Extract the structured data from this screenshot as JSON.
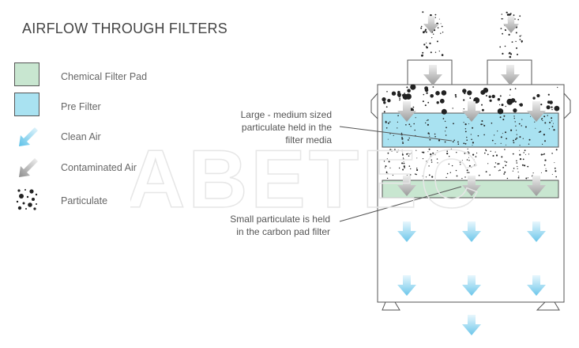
{
  "title": "AIRFLOW THROUGH FILTERS",
  "legend": [
    {
      "label": "Chemical Filter Pad",
      "color": "#c8e6d0",
      "icon": "green-swatch"
    },
    {
      "label": "Pre Filter",
      "color": "#a9e2f1",
      "icon": "blue-swatch"
    },
    {
      "label": "Clean Air",
      "color": "#7fcbe9",
      "icon": "clean-air-arrow-icon"
    },
    {
      "label": "Contaminated Air",
      "color": "#b0b0b0",
      "icon": "contaminated-air-arrow-icon"
    },
    {
      "label": "Particulate",
      "color": "#222222",
      "icon": "particulate-icon"
    }
  ],
  "callouts": {
    "large": [
      "Large - medium sized",
      "particulate held in the",
      "filter media"
    ],
    "small": [
      "Small particulate is held",
      "in the carbon pad filter"
    ]
  },
  "watermark": "ABETEC",
  "colors": {
    "pre_filter": "#a9e2f1",
    "chemical_pad": "#c8e6d0",
    "clean_air": "#8ed3ee",
    "contaminated_air": "#b5b5b5",
    "outline": "#555555"
  }
}
